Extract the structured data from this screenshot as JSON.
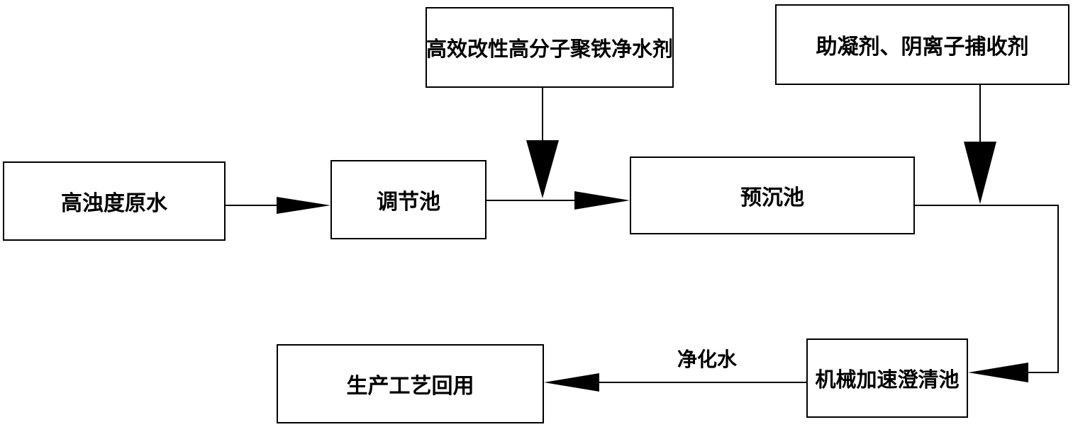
{
  "nodes": {
    "raw_water": "高浊度原水",
    "regulating_tank": "调节池",
    "pre_settling_tank": "预沉池",
    "coagulant": "高效改性高分子聚铁净水剂",
    "coagulant_aid": "助凝剂、阴离子捕收剂",
    "clarifier": "机械加速澄清池",
    "reuse": "生产工艺回用"
  },
  "edge_labels": {
    "purified_water": "净化水"
  },
  "colors": {
    "line": "#000000",
    "box_border": "#000000",
    "background": "#ffffff"
  }
}
